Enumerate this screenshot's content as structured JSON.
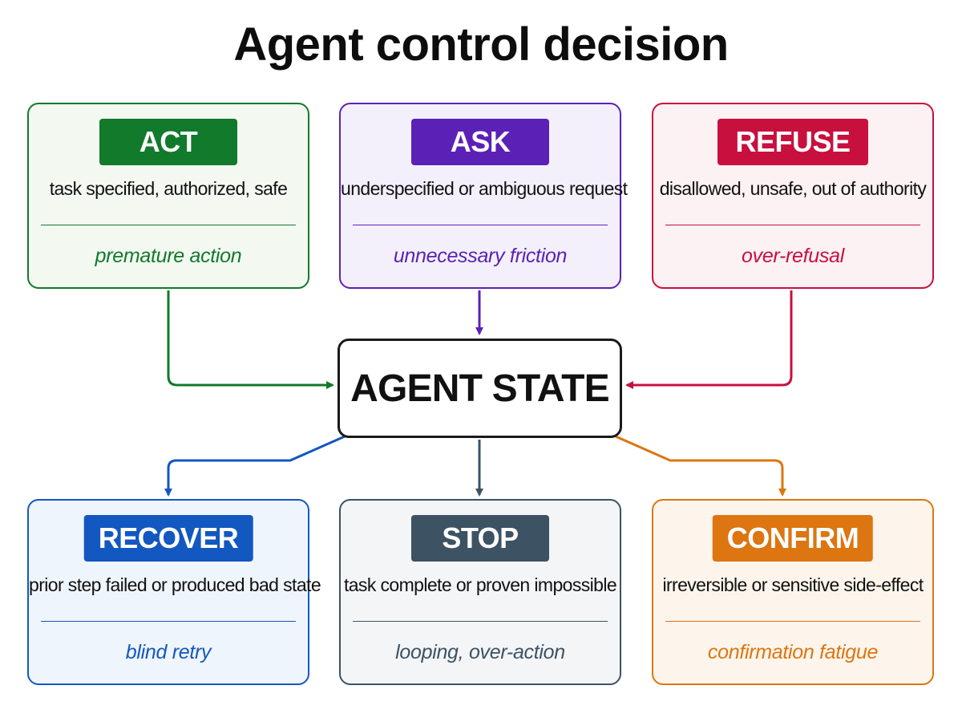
{
  "diagram": {
    "title": "Agent control decision",
    "center": {
      "label": "AGENT STATE"
    },
    "cards": [
      {
        "id": "act",
        "label": "ACT",
        "condition": "task specified, authorized, safe",
        "risk": "premature action",
        "color": "#117a2b",
        "bg": "#f3f9f1",
        "badge_width": 172
      },
      {
        "id": "ask",
        "label": "ASK",
        "condition": "underspecified or ambiguous request",
        "risk": "unnecessary friction",
        "color": "#5b21b6",
        "bg": "#f4f0fb",
        "badge_width": 172
      },
      {
        "id": "refuse",
        "label": "REFUSE",
        "condition": "disallowed, unsafe, out of authority",
        "risk": "over-refusal",
        "color": "#c8103e",
        "bg": "#fcf1f3",
        "badge_width": 188
      },
      {
        "id": "recover",
        "label": "RECOVER",
        "condition": "prior step failed or produced bad state",
        "risk": "blind retry",
        "color": "#1357c0",
        "bg": "#eff5fc",
        "badge_width": 198
      },
      {
        "id": "stop",
        "label": "STOP",
        "condition": "task complete or proven impossible",
        "risk": "looping, over-action",
        "color": "#3d5263",
        "bg": "#f3f5f7",
        "badge_width": 172
      },
      {
        "id": "confirm",
        "label": "CONFIRM",
        "condition": "irreversible or sensitive side-effect",
        "risk": "confirmation fatigue",
        "color": "#dd7510",
        "bg": "#fdf5ec",
        "badge_width": 196
      }
    ]
  }
}
